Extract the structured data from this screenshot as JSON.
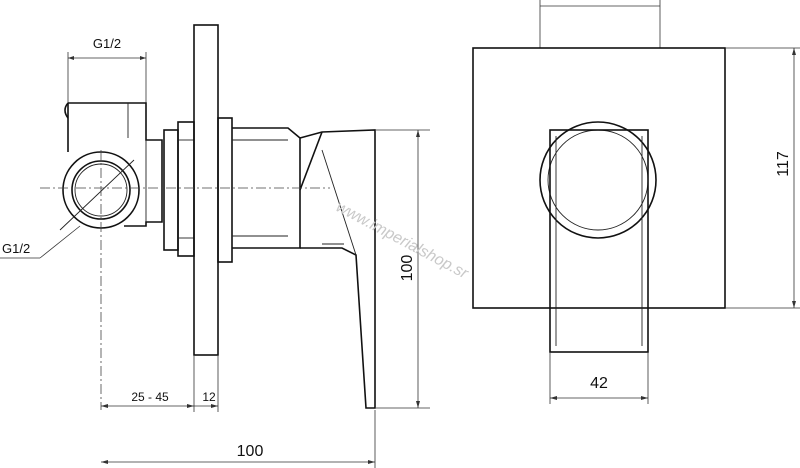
{
  "labels": {
    "thread_top": "G1/2",
    "thread_side": "G1/2",
    "depth_range": "25 - 45",
    "plate_thickness": "12",
    "total_length": "100",
    "height_side": "100",
    "plate_width": "42",
    "plate_height": "117"
  },
  "watermark": "www.imperialshop.sr"
}
